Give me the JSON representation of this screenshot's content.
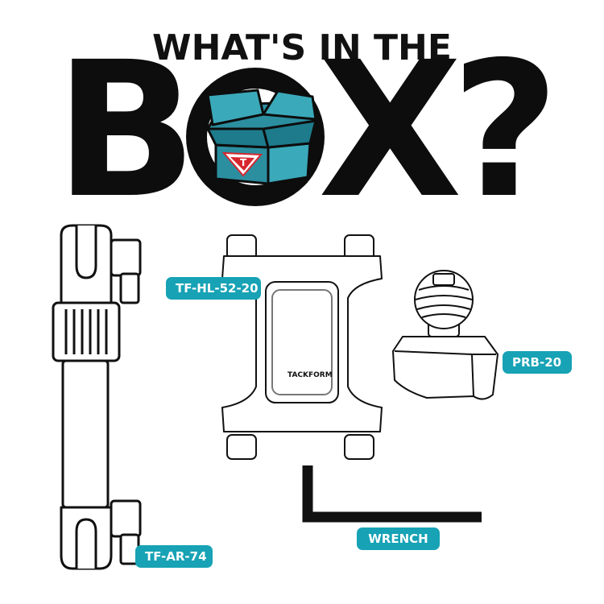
{
  "headline": {
    "top_line": "WHAT'S IN THE",
    "letter_b": "B",
    "letter_o": "O",
    "letter_x": "X",
    "question_mark": "?"
  },
  "box_icon": {
    "logo_text": "T"
  },
  "items": [
    {
      "label": "TF-HL-52-20"
    },
    {
      "label": "PRB-20"
    },
    {
      "label": "WRENCH"
    },
    {
      "label": "TF-AR-74"
    }
  ],
  "phone_holder": {
    "brand_text": "TACKFORM"
  },
  "colors": {
    "accent": "#17a2b5",
    "box_teal": "#2b8fa0",
    "logo_red": "#d8262e",
    "ink": "#0d0d0d"
  }
}
